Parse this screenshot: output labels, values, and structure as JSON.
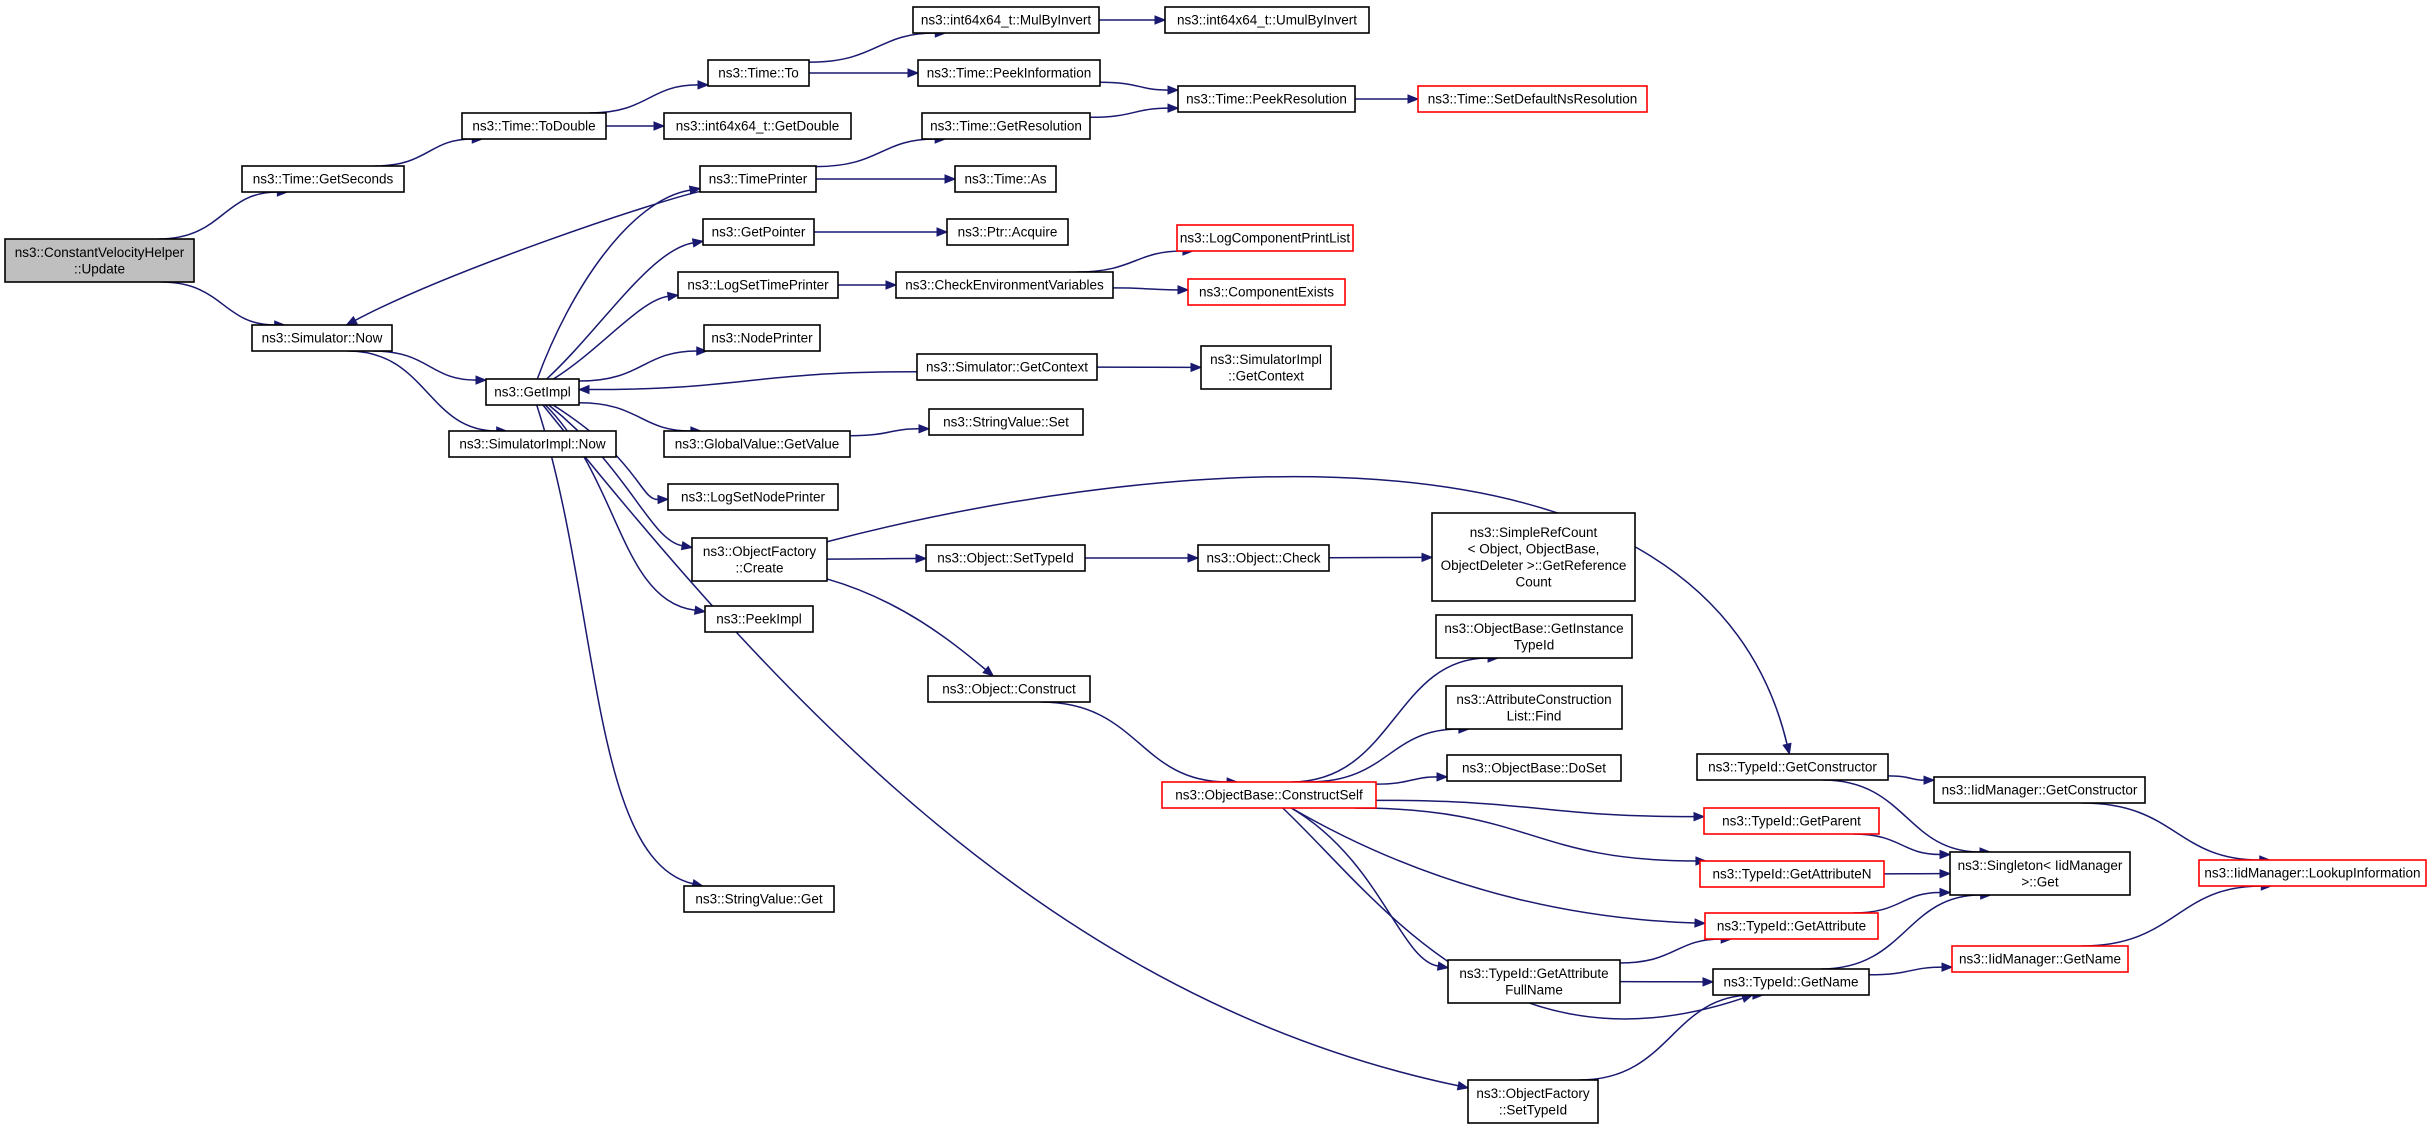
{
  "colors": {
    "edge": "#191970",
    "node_border": "#000000",
    "truncated_border": "#ff0000",
    "focus_fill": "#bfbfbf",
    "node_fill": "#ffffff"
  },
  "nodes": [
    {
      "id": "update",
      "lines": [
        "ns3::ConstantVelocityHelper",
        "::Update"
      ],
      "style": "focus"
    },
    {
      "id": "getseconds",
      "lines": [
        "ns3::Time::GetSeconds"
      ],
      "style": "normal"
    },
    {
      "id": "simnow",
      "lines": [
        "ns3::Simulator::Now"
      ],
      "style": "normal"
    },
    {
      "id": "todouble",
      "lines": [
        "ns3::Time::ToDouble"
      ],
      "style": "normal"
    },
    {
      "id": "timeto",
      "lines": [
        "ns3::Time::To"
      ],
      "style": "normal"
    },
    {
      "id": "i64getdouble",
      "lines": [
        "ns3::int64x64_t::GetDouble"
      ],
      "style": "normal"
    },
    {
      "id": "mulbyinvert",
      "lines": [
        "ns3::int64x64_t::MulByInvert"
      ],
      "style": "normal"
    },
    {
      "id": "umulbyinvert",
      "lines": [
        "ns3::int64x64_t::UmulByInvert"
      ],
      "style": "normal"
    },
    {
      "id": "peekinfo",
      "lines": [
        "ns3::Time::PeekInformation"
      ],
      "style": "normal"
    },
    {
      "id": "peekres",
      "lines": [
        "ns3::Time::PeekResolution"
      ],
      "style": "normal"
    },
    {
      "id": "setdefaultns",
      "lines": [
        "ns3::Time::SetDefaultNsResolution"
      ],
      "style": "truncated"
    },
    {
      "id": "getresolution",
      "lines": [
        "ns3::Time::GetResolution"
      ],
      "style": "normal"
    },
    {
      "id": "timeprinter",
      "lines": [
        "ns3::TimePrinter"
      ],
      "style": "normal"
    },
    {
      "id": "timeas",
      "lines": [
        "ns3::Time::As"
      ],
      "style": "normal"
    },
    {
      "id": "getpointer",
      "lines": [
        "ns3::GetPointer"
      ],
      "style": "normal"
    },
    {
      "id": "ptracquire",
      "lines": [
        "ns3::Ptr::Acquire"
      ],
      "style": "normal"
    },
    {
      "id": "logsettimeprinter",
      "lines": [
        "ns3::LogSetTimePrinter"
      ],
      "style": "normal"
    },
    {
      "id": "checkenv",
      "lines": [
        "ns3::CheckEnvironmentVariables"
      ],
      "style": "normal"
    },
    {
      "id": "logcompprint",
      "lines": [
        "ns3::LogComponentPrintList"
      ],
      "style": "truncated"
    },
    {
      "id": "compexists",
      "lines": [
        "ns3::ComponentExists"
      ],
      "style": "truncated"
    },
    {
      "id": "nodeprinter",
      "lines": [
        "ns3::NodePrinter"
      ],
      "style": "normal"
    },
    {
      "id": "simgetcontext",
      "lines": [
        "ns3::Simulator::GetContext"
      ],
      "style": "normal"
    },
    {
      "id": "simimplgetcontext",
      "lines": [
        "ns3::SimulatorImpl",
        "::GetContext"
      ],
      "style": "normal"
    },
    {
      "id": "getimpl",
      "lines": [
        "ns3::GetImpl"
      ],
      "style": "normal"
    },
    {
      "id": "simimplnow",
      "lines": [
        "ns3::SimulatorImpl::Now"
      ],
      "style": "normal"
    },
    {
      "id": "gvgetvalue",
      "lines": [
        "ns3::GlobalValue::GetValue"
      ],
      "style": "normal"
    },
    {
      "id": "stringvalueset",
      "lines": [
        "ns3::StringValue::Set"
      ],
      "style": "normal"
    },
    {
      "id": "logsetnodeprinter",
      "lines": [
        "ns3::LogSetNodePrinter"
      ],
      "style": "normal"
    },
    {
      "id": "ofcreate",
      "lines": [
        "ns3::ObjectFactory",
        "::Create"
      ],
      "style": "normal"
    },
    {
      "id": "objsettypeid",
      "lines": [
        "ns3::Object::SetTypeId"
      ],
      "style": "normal"
    },
    {
      "id": "objcheck",
      "lines": [
        "ns3::Object::Check"
      ],
      "style": "normal"
    },
    {
      "id": "simplerefcount",
      "lines": [
        "ns3::SimpleRefCount",
        "< Object, ObjectBase,",
        "ObjectDeleter >::GetReference",
        "Count"
      ],
      "style": "normal"
    },
    {
      "id": "peekimpl",
      "lines": [
        "ns3::PeekImpl"
      ],
      "style": "normal"
    },
    {
      "id": "objconstruct",
      "lines": [
        "ns3::Object::Construct"
      ],
      "style": "normal"
    },
    {
      "id": "obgetinstance",
      "lines": [
        "ns3::ObjectBase::GetInstance",
        "TypeId"
      ],
      "style": "normal"
    },
    {
      "id": "acfind",
      "lines": [
        "ns3::AttributeConstruction",
        "List::Find"
      ],
      "style": "normal"
    },
    {
      "id": "obdoset",
      "lines": [
        "ns3::ObjectBase::DoSet"
      ],
      "style": "normal"
    },
    {
      "id": "obconstructself",
      "lines": [
        "ns3::ObjectBase::ConstructSelf"
      ],
      "style": "truncated"
    },
    {
      "id": "tidgetconstructor",
      "lines": [
        "ns3::TypeId::GetConstructor"
      ],
      "style": "normal"
    },
    {
      "id": "iidgetconstructor",
      "lines": [
        "ns3::IidManager::GetConstructor"
      ],
      "style": "normal"
    },
    {
      "id": "tidgetparent",
      "lines": [
        "ns3::TypeId::GetParent"
      ],
      "style": "truncated"
    },
    {
      "id": "singletonget",
      "lines": [
        "ns3::Singleton< IidManager",
        " >::Get"
      ],
      "style": "normal"
    },
    {
      "id": "iidlookup",
      "lines": [
        "ns3::IidManager::LookupInformation"
      ],
      "style": "truncated"
    },
    {
      "id": "tidgetattrn",
      "lines": [
        "ns3::TypeId::GetAttributeN"
      ],
      "style": "truncated"
    },
    {
      "id": "stringvalueget",
      "lines": [
        "ns3::StringValue::Get"
      ],
      "style": "normal"
    },
    {
      "id": "tidgetattr",
      "lines": [
        "ns3::TypeId::GetAttribute"
      ],
      "style": "truncated"
    },
    {
      "id": "tidgetattrfull",
      "lines": [
        "ns3::TypeId::GetAttribute",
        "FullName"
      ],
      "style": "normal"
    },
    {
      "id": "tidgetname",
      "lines": [
        "ns3::TypeId::GetName"
      ],
      "style": "normal"
    },
    {
      "id": "iidgetname",
      "lines": [
        "ns3::IidManager::GetName"
      ],
      "style": "truncated"
    },
    {
      "id": "ofsettypeid",
      "lines": [
        "ns3::ObjectFactory",
        "::SetTypeId"
      ],
      "style": "normal"
    }
  ],
  "edges": [
    {
      "from": "update",
      "to": "getseconds"
    },
    {
      "from": "update",
      "to": "simnow"
    },
    {
      "from": "getseconds",
      "to": "todouble"
    },
    {
      "from": "todouble",
      "to": "timeto"
    },
    {
      "from": "todouble",
      "to": "i64getdouble"
    },
    {
      "from": "timeto",
      "to": "mulbyinvert"
    },
    {
      "from": "timeto",
      "to": "peekinfo"
    },
    {
      "from": "mulbyinvert",
      "to": "umulbyinvert"
    },
    {
      "from": "peekinfo",
      "to": "peekres"
    },
    {
      "from": "peekres",
      "to": "setdefaultns"
    },
    {
      "from": "getresolution",
      "to": "peekres"
    },
    {
      "from": "timeprinter",
      "to": "getresolution"
    },
    {
      "from": "timeprinter",
      "to": "timeas"
    },
    {
      "from": "timeprinter",
      "to": "simnow"
    },
    {
      "from": "simnow",
      "to": "getimpl"
    },
    {
      "from": "simnow",
      "to": "simimplnow"
    },
    {
      "from": "getimpl",
      "to": "timeprinter"
    },
    {
      "from": "getimpl",
      "to": "getpointer"
    },
    {
      "from": "getimpl",
      "to": "logsettimeprinter"
    },
    {
      "from": "getimpl",
      "to": "nodeprinter"
    },
    {
      "from": "getimpl",
      "to": "gvgetvalue"
    },
    {
      "from": "getimpl",
      "to": "logsetnodeprinter"
    },
    {
      "from": "getimpl",
      "to": "ofcreate"
    },
    {
      "from": "getimpl",
      "to": "peekimpl"
    },
    {
      "from": "getimpl",
      "to": "stringvalueget"
    },
    {
      "from": "getimpl",
      "to": "ofsettypeid"
    },
    {
      "from": "getpointer",
      "to": "ptracquire"
    },
    {
      "from": "logsettimeprinter",
      "to": "checkenv"
    },
    {
      "from": "checkenv",
      "to": "logcompprint"
    },
    {
      "from": "checkenv",
      "to": "compexists"
    },
    {
      "from": "simgetcontext",
      "to": "simimplgetcontext"
    },
    {
      "from": "simgetcontext",
      "to": "getimpl"
    },
    {
      "from": "gvgetvalue",
      "to": "stringvalueset"
    },
    {
      "from": "ofcreate",
      "to": "objsettypeid"
    },
    {
      "from": "ofcreate",
      "to": "objconstruct"
    },
    {
      "from": "ofcreate",
      "to": "tidgetconstructor"
    },
    {
      "from": "objsettypeid",
      "to": "objcheck"
    },
    {
      "from": "objcheck",
      "to": "simplerefcount"
    },
    {
      "from": "objconstruct",
      "to": "obconstructself"
    },
    {
      "from": "obconstructself",
      "to": "obgetinstance"
    },
    {
      "from": "obconstructself",
      "to": "acfind"
    },
    {
      "from": "obconstructself",
      "to": "obdoset"
    },
    {
      "from": "obconstructself",
      "to": "tidgetparent"
    },
    {
      "from": "obconstructself",
      "to": "tidgetattrn"
    },
    {
      "from": "obconstructself",
      "to": "tidgetattr"
    },
    {
      "from": "obconstructself",
      "to": "tidgetattrfull"
    },
    {
      "from": "obconstructself",
      "to": "tidgetname"
    },
    {
      "from": "tidgetconstructor",
      "to": "iidgetconstructor"
    },
    {
      "from": "tidgetconstructor",
      "to": "singletonget"
    },
    {
      "from": "iidgetconstructor",
      "to": "iidlookup"
    },
    {
      "from": "tidgetparent",
      "to": "singletonget"
    },
    {
      "from": "tidgetattrn",
      "to": "singletonget"
    },
    {
      "from": "tidgetattr",
      "to": "singletonget"
    },
    {
      "from": "tidgetattrfull",
      "to": "tidgetattr"
    },
    {
      "from": "tidgetattrfull",
      "to": "tidgetname"
    },
    {
      "from": "tidgetname",
      "to": "singletonget"
    },
    {
      "from": "tidgetname",
      "to": "iidgetname"
    },
    {
      "from": "iidgetname",
      "to": "iidlookup"
    },
    {
      "from": "ofsettypeid",
      "to": "tidgetname"
    }
  ]
}
